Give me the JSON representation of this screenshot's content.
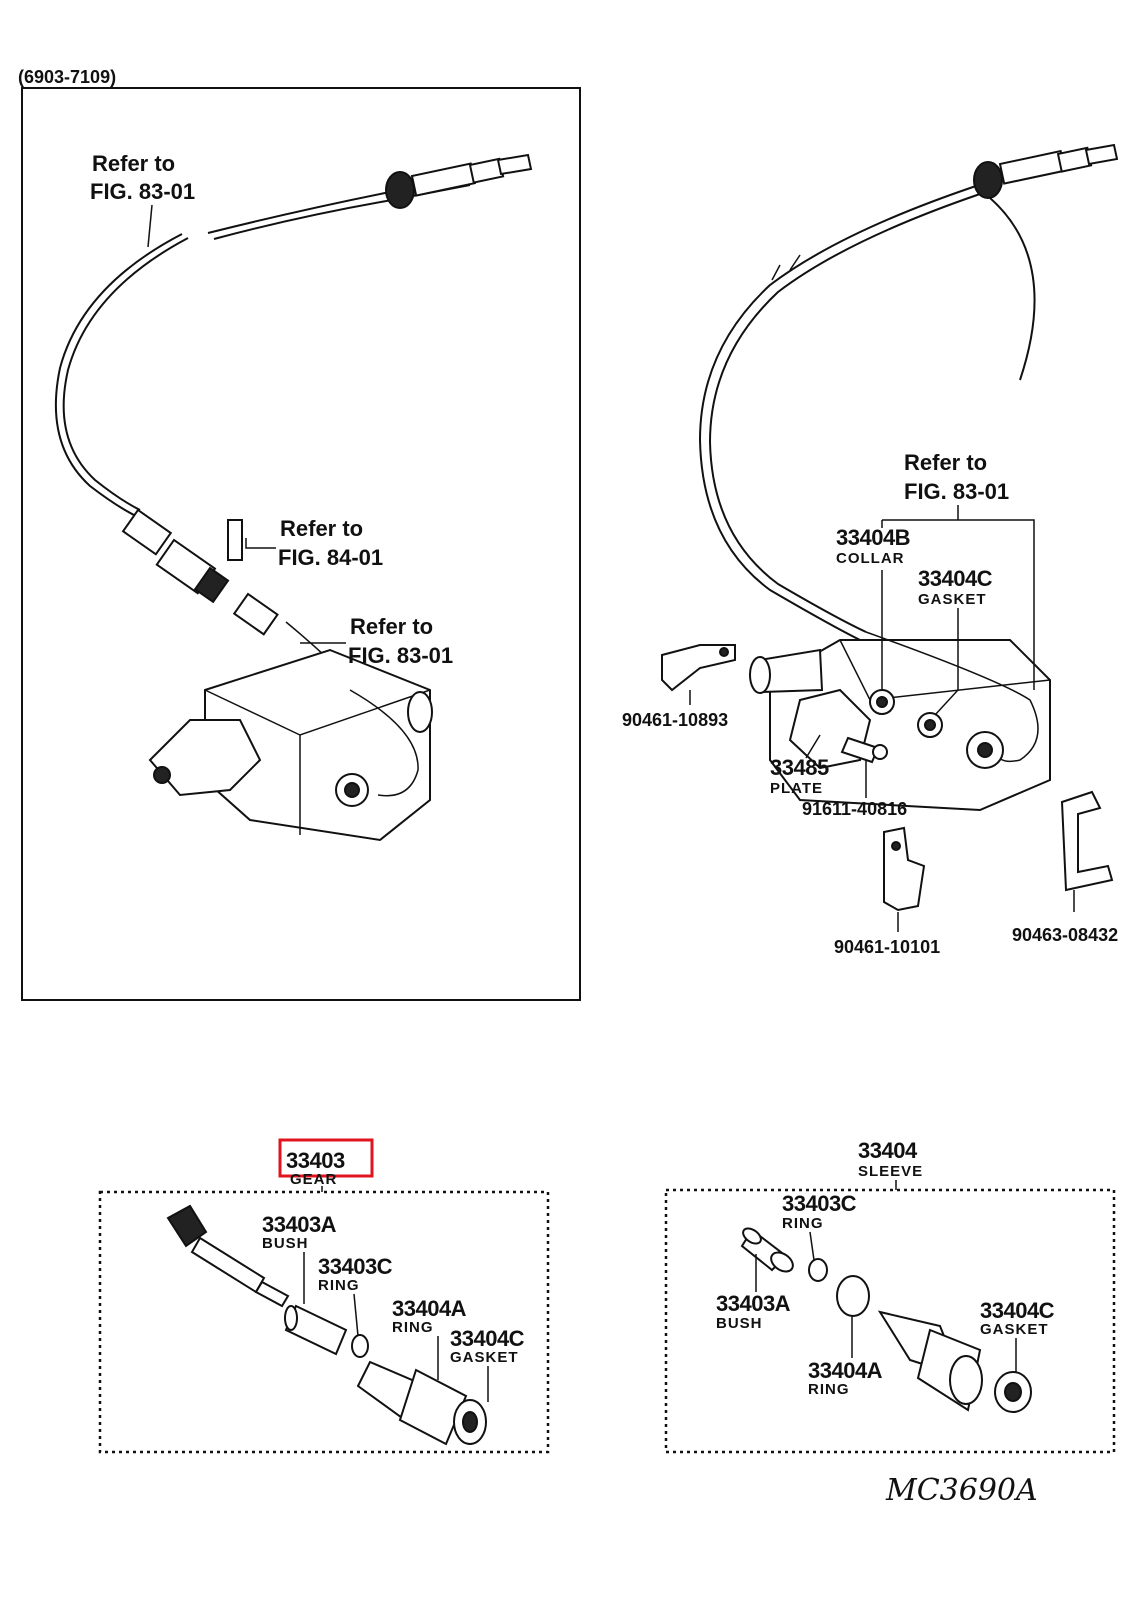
{
  "diagram": {
    "range_label": "(6903-7109)",
    "drawing_code": "MC3690A",
    "highlighted_part": "33403",
    "highlight_color": "#e0141e",
    "left_panel": {
      "refs": [
        {
          "line1": "Refer to",
          "line2": "FIG. 83-01"
        },
        {
          "line1": "Refer to",
          "line2": "FIG. 84-01"
        },
        {
          "line1": "Refer to",
          "line2": "FIG. 83-01"
        }
      ]
    },
    "right_view": {
      "ref": {
        "line1": "Refer to",
        "line2": "FIG. 83-01"
      },
      "collar": {
        "number": "33404B",
        "name": "COLLAR"
      },
      "gasket": {
        "number": "33404C",
        "name": "GASKET"
      },
      "plate": {
        "number": "33485",
        "name": "PLATE"
      },
      "clamp_a": "90461-10893",
      "bolt": "91611-40816",
      "clamp_b": "90461-10101",
      "clamp_c": "90463-08432"
    },
    "gear_assy": {
      "number": "33403",
      "name": "GEAR",
      "parts": [
        {
          "number": "33403A",
          "name": "BUSH"
        },
        {
          "number": "33403C",
          "name": "RING"
        },
        {
          "number": "33404A",
          "name": "RING"
        },
        {
          "number": "33404C",
          "name": "GASKET"
        }
      ]
    },
    "sleeve_assy": {
      "number": "33404",
      "name": "SLEEVE",
      "parts": [
        {
          "number": "33403C",
          "name": "RING"
        },
        {
          "number": "33403A",
          "name": "BUSH"
        },
        {
          "number": "33404C",
          "name": "GASKET"
        },
        {
          "number": "33404A",
          "name": "RING"
        }
      ]
    }
  }
}
